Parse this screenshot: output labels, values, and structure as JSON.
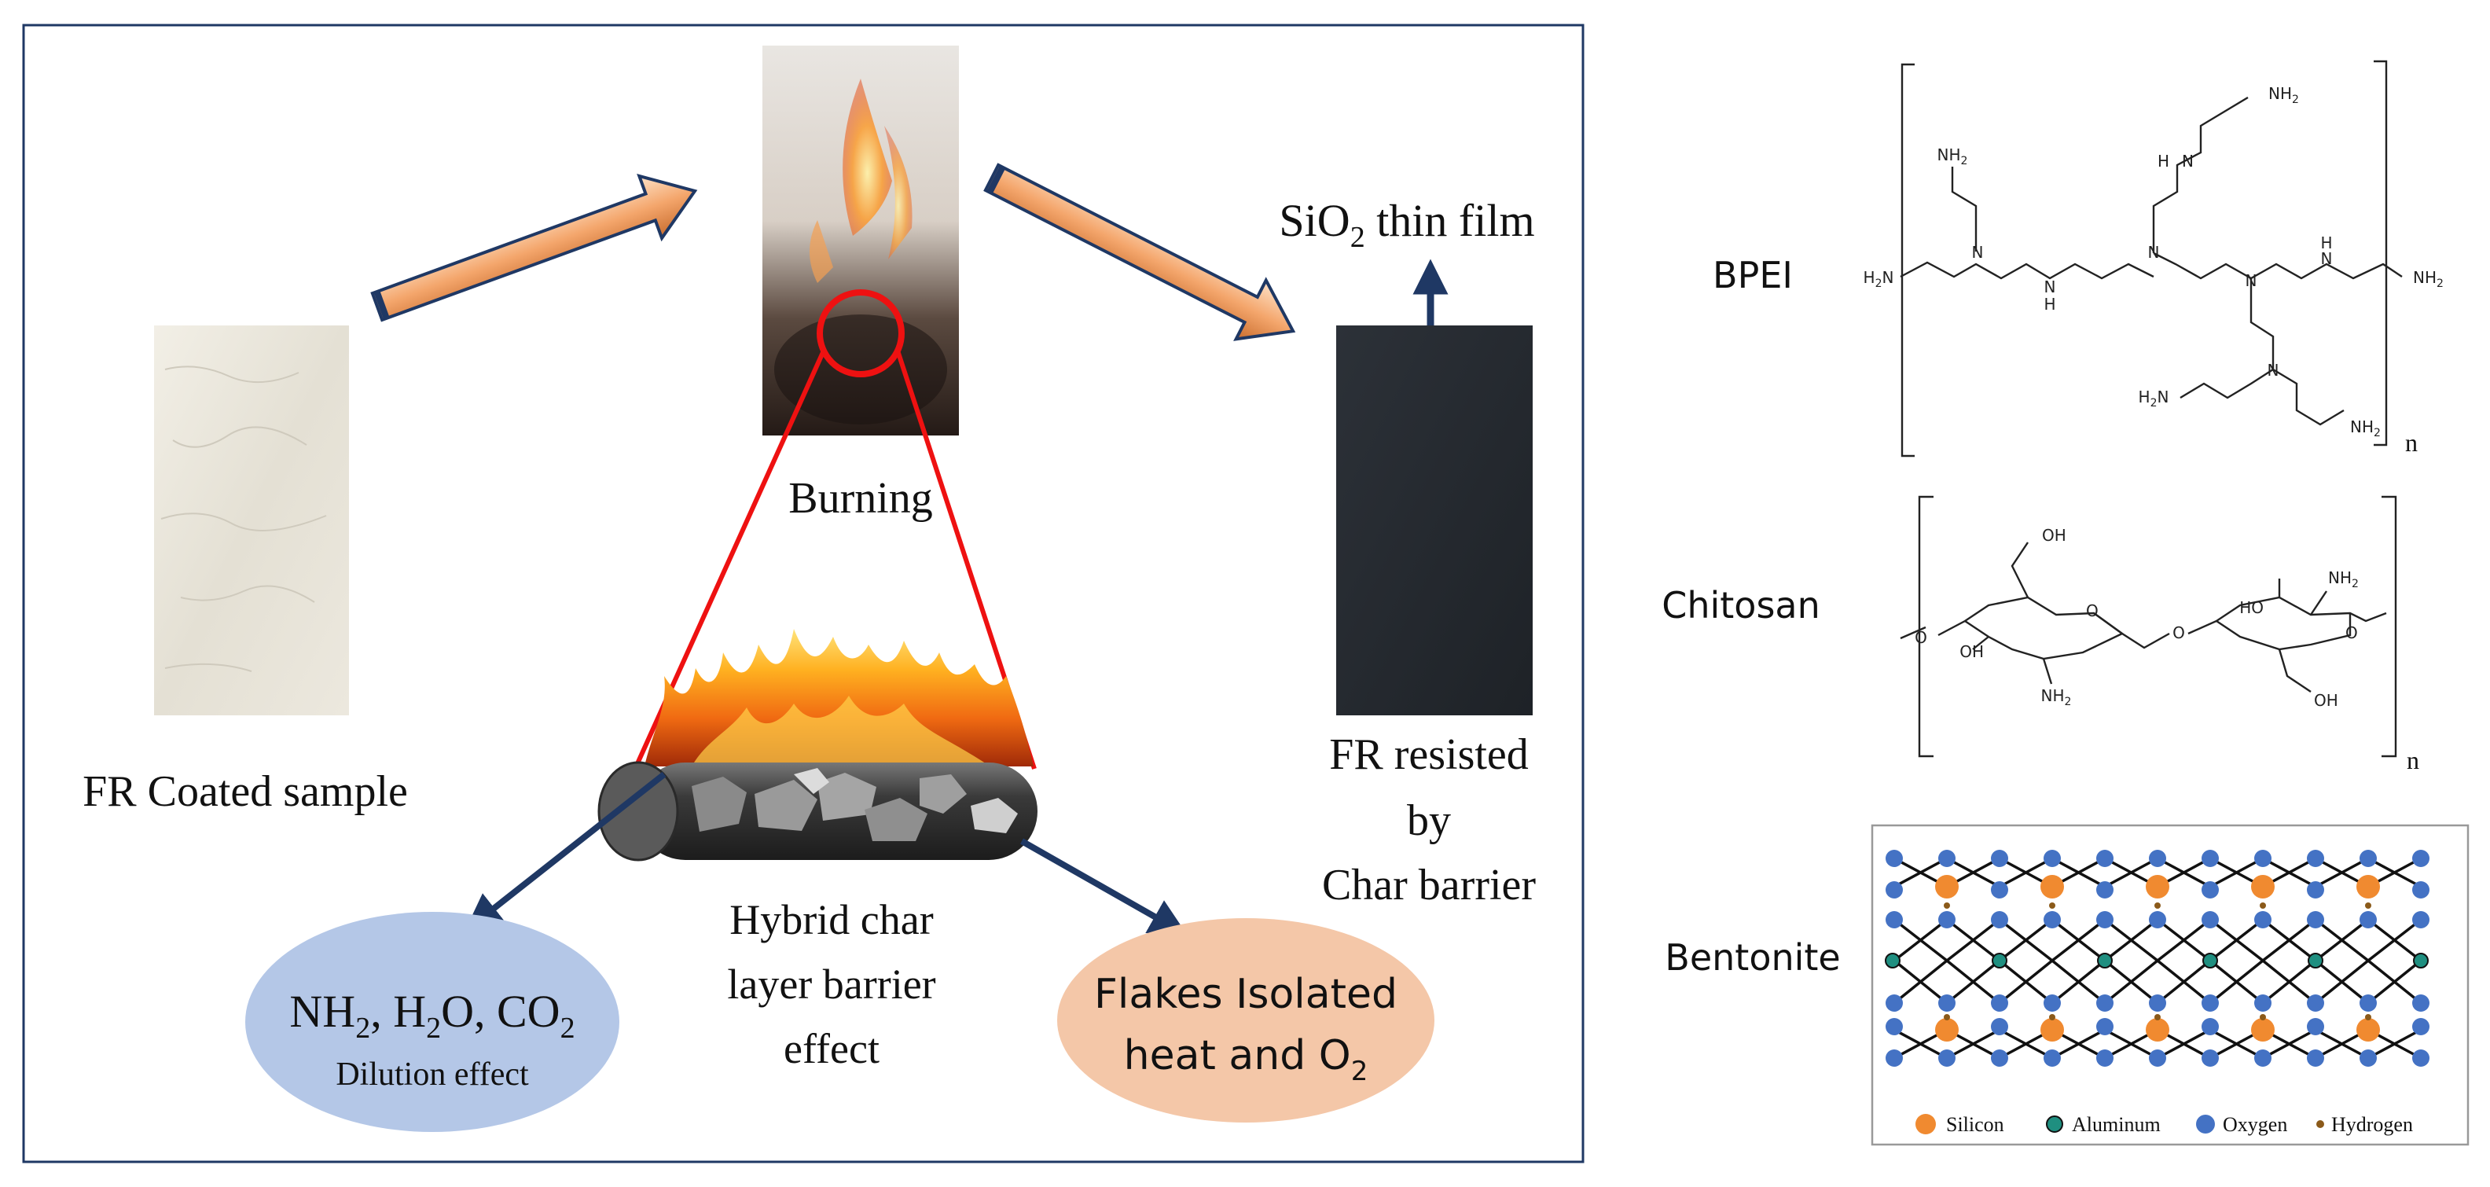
{
  "process": {
    "coated_label": "FR Coated sample",
    "burning_label": "Burning",
    "film_label_pre": "SiO",
    "film_label_sub": "2",
    "film_label_post": " thin film",
    "resisted_line1": "FR resisted",
    "resisted_line2": "by",
    "resisted_line3": "Char barrier",
    "char_line1": "Hybrid char",
    "char_line2": "layer barrier",
    "char_line3": "effect",
    "gas_parts": [
      "NH",
      "2",
      ", H",
      "2",
      "O, CO",
      "2"
    ],
    "dilution_label": "Dilution effect",
    "flakes_line1": "Flakes Isolated",
    "flakes_line2_pre": "heat and O",
    "flakes_line2_sub": "2"
  },
  "materials": {
    "bpei_label": "BPEI",
    "chitosan_label": "Chitosan",
    "bentonite_label": "Bentonite",
    "repeat_n": "n",
    "bpei_groups": {
      "nh2": "NH",
      "sub2": "2",
      "h2n": "H",
      "n": "N",
      "h": "H"
    },
    "chitosan_groups": {
      "oh": "OH",
      "ho": "HO",
      "o": "O",
      "nh2": "NH",
      "sub2": "2"
    },
    "legend": [
      "Silicon",
      "Aluminum",
      "Oxygen",
      "Hydrogen"
    ]
  },
  "colors": {
    "frame": "#1f3864",
    "arrow_fill": "#f4a46a",
    "silicon": "#f08a30",
    "aluminum": "#1f8f80",
    "oxygen": "#4472c4",
    "hydrogen": "#8b5a1a",
    "dilution_bg": "#b4c7e7",
    "flakes_bg": "#f4c7a8"
  }
}
